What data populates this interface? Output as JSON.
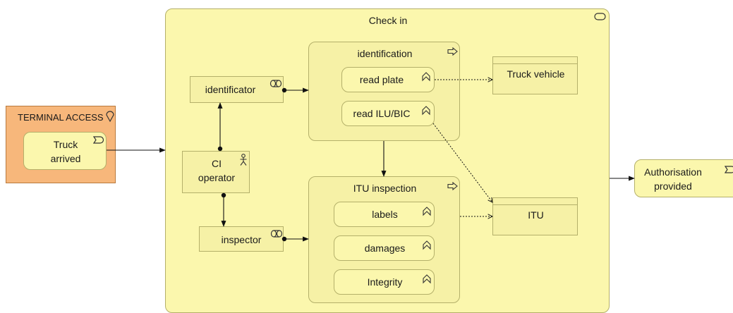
{
  "diagram": {
    "check_in": {
      "label": "Check in"
    },
    "terminal_access": {
      "label": "TERMINAL ACCESS"
    },
    "truck_arrived": {
      "line1": "Truck",
      "line2": "arrived"
    },
    "identification": {
      "label": "identification"
    },
    "read_plate": {
      "label": "read plate"
    },
    "read_ilu_bic": {
      "label": "read ILU/BIC"
    },
    "identificator": {
      "label": "identificator"
    },
    "ci_operator": {
      "line1": "CI",
      "line2": "operator"
    },
    "inspector": {
      "label": "inspector"
    },
    "itu_inspection": {
      "label": "ITU inspection"
    },
    "labels": {
      "label": "labels"
    },
    "damages": {
      "label": "damages"
    },
    "integrity": {
      "label": "Integrity"
    },
    "truck_vehicle": {
      "label": "Truck vehicle"
    },
    "itu": {
      "label": "ITU"
    },
    "authorisation": {
      "line1": "Authorisation",
      "line2": "provided"
    }
  }
}
